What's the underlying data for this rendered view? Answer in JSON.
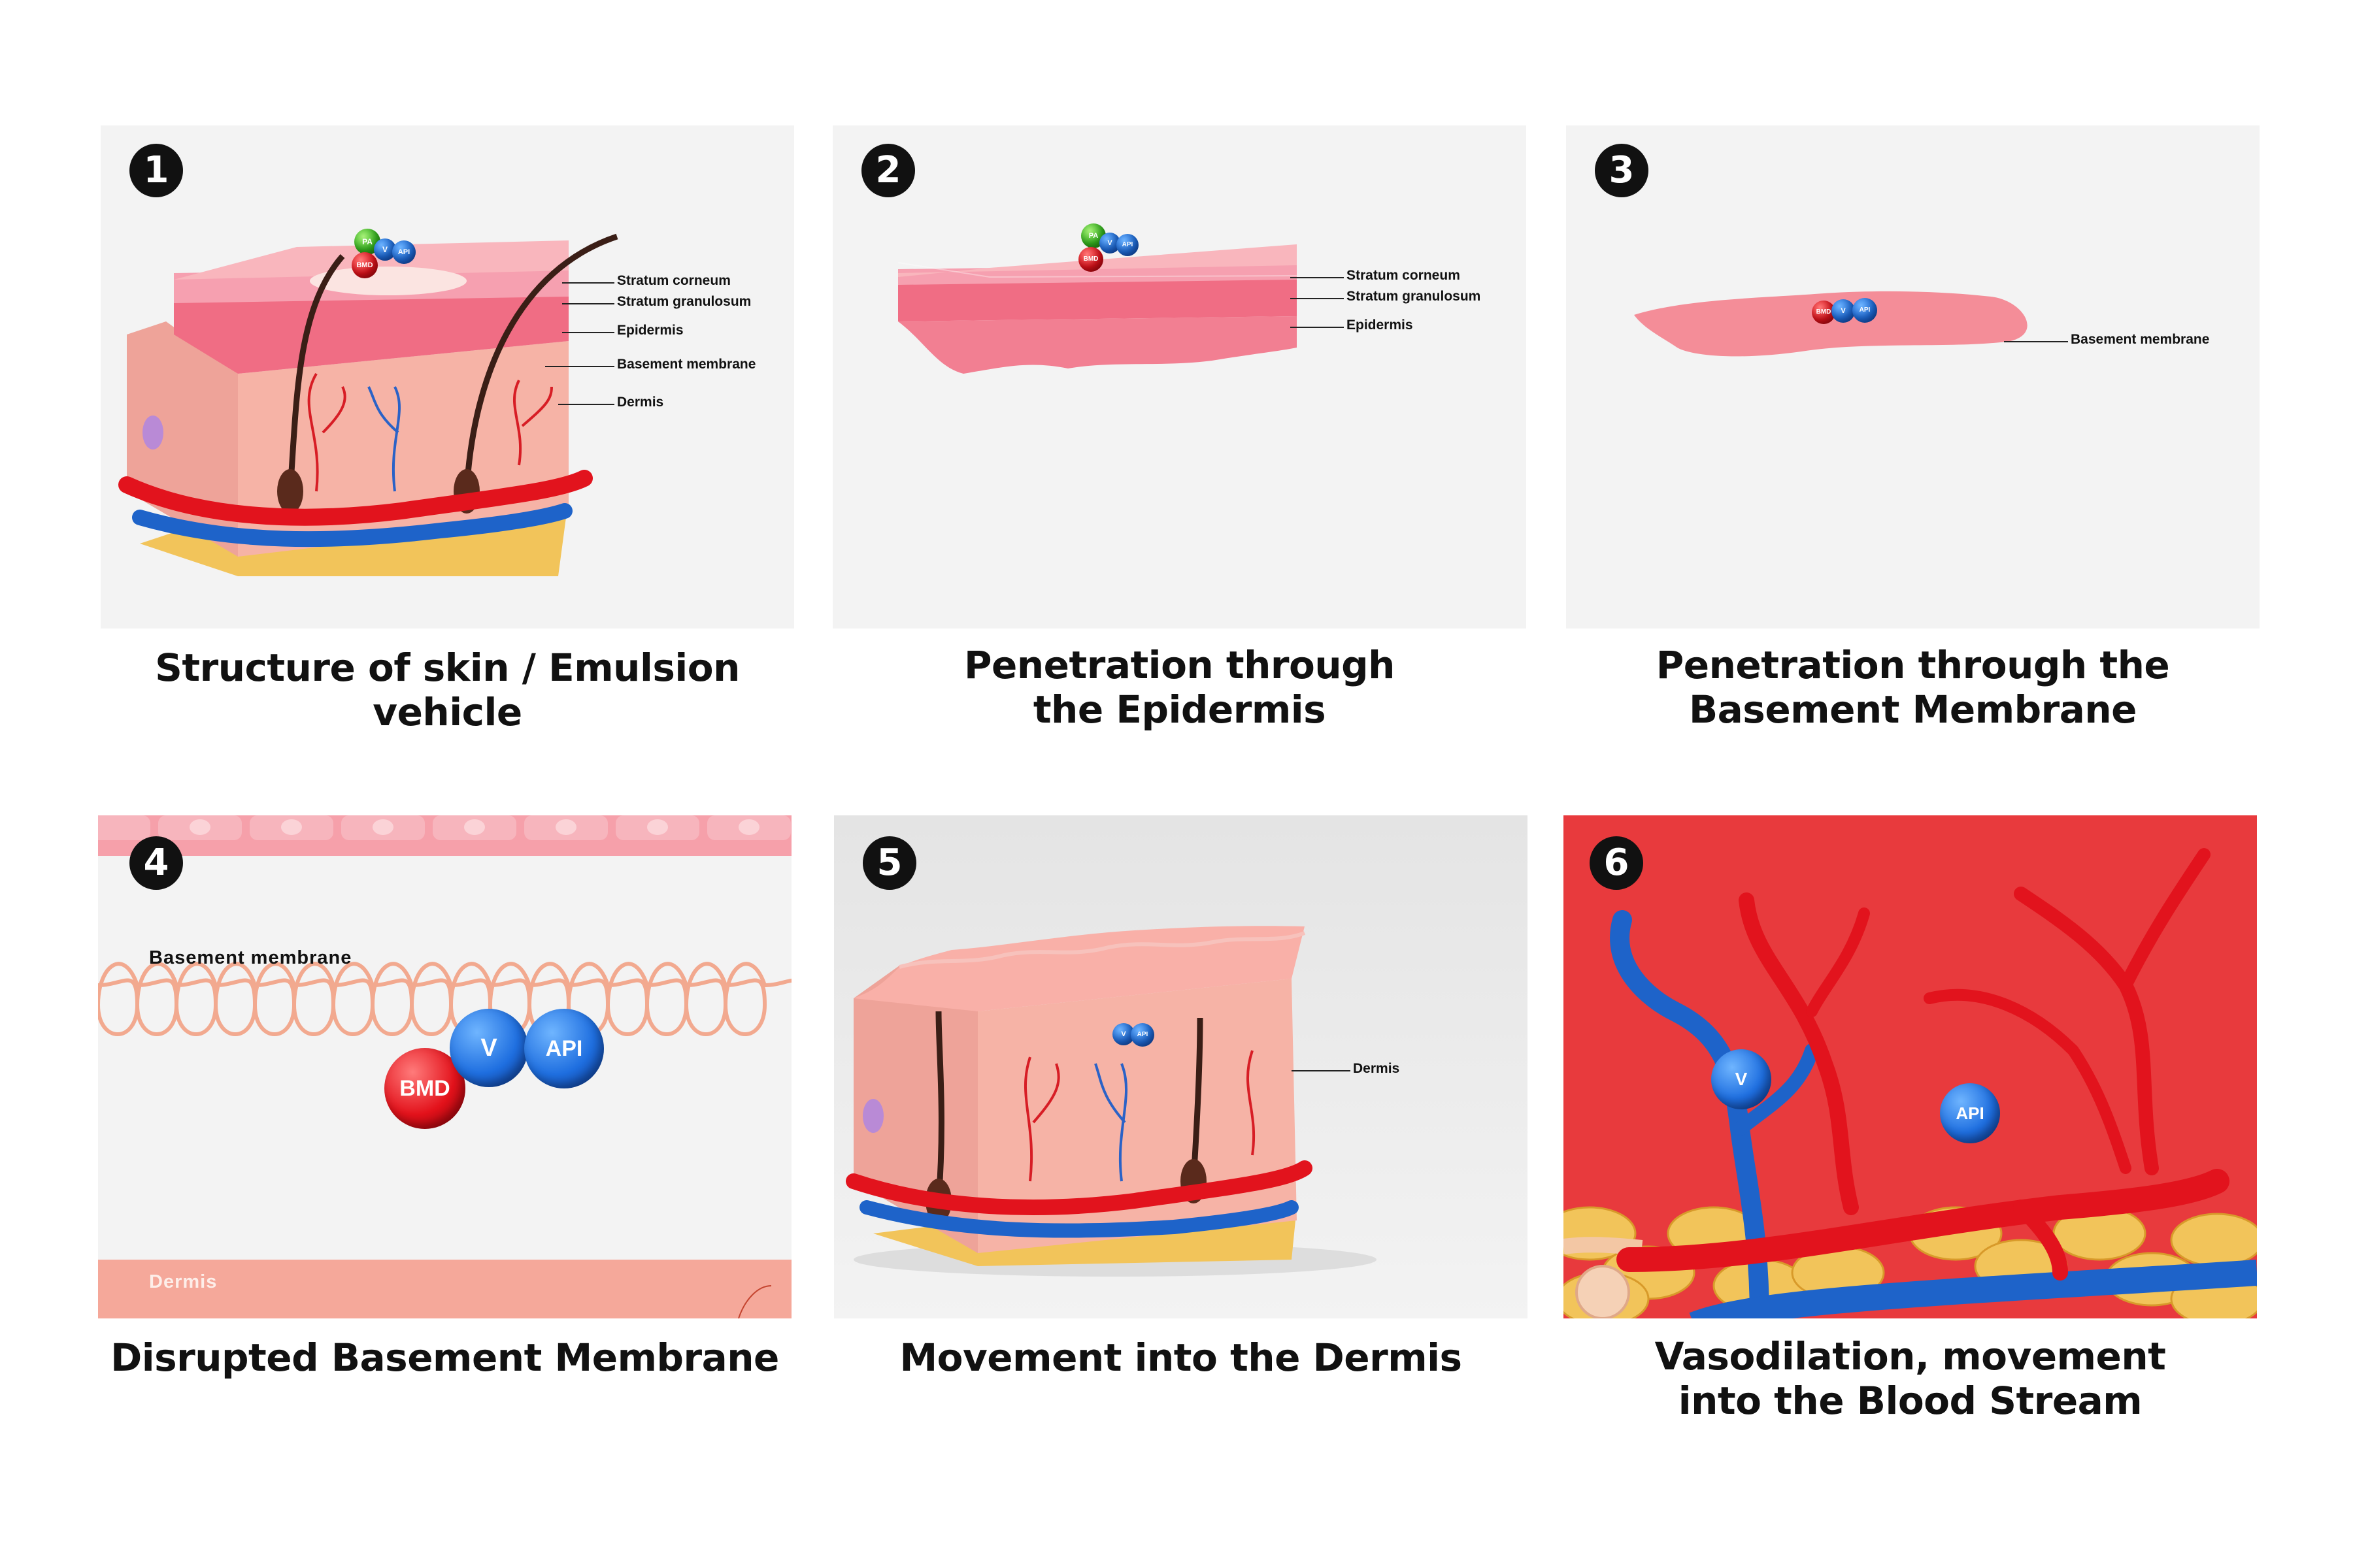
{
  "panels": [
    {
      "number": "1",
      "caption": "Structure of skin / Emulsion vehicle",
      "labels": [
        "Stratum corneum",
        "Stratum granulosum",
        "Epidermis",
        "Basement membrane",
        "Dermis"
      ],
      "molecules": [
        "PA",
        "V",
        "API",
        "BMD"
      ]
    },
    {
      "number": "2",
      "caption_line1": "Penetration through",
      "caption_line2": "the Epidermis",
      "labels": [
        "Stratum corneum",
        "Stratum granulosum",
        "Epidermis"
      ],
      "molecules": [
        "PA",
        "V",
        "API",
        "BMD"
      ]
    },
    {
      "number": "3",
      "caption_line1": "Penetration through the",
      "caption_line2": "Basement Membrane",
      "labels": [
        "Basement membrane"
      ],
      "molecules": [
        "BMD",
        "V",
        "API"
      ]
    },
    {
      "number": "4",
      "caption": "Disrupted Basement Membrane",
      "labels": [
        "Basement membrane",
        "Dermis"
      ],
      "molecules": [
        "BMD",
        "V",
        "API"
      ]
    },
    {
      "number": "5",
      "caption": "Movement into the Dermis",
      "labels": [
        "Dermis"
      ],
      "molecules": [
        "V",
        "API"
      ]
    },
    {
      "number": "6",
      "caption_line1": "Vasodilation, movement",
      "caption_line2": "into the Blood Stream",
      "molecules": [
        "V",
        "API"
      ]
    }
  ],
  "colors": {
    "skin_top": "#f7a6ae",
    "epidermis": "#f06d84",
    "dermis": "#f6b3a6",
    "artery": "#e2131d",
    "vein": "#1e63c9",
    "fat": "#f2c45a",
    "panel_bg": "#f3f3f3",
    "panel6_bg": "#e83a3d",
    "membrane_coil": "#f2a98f"
  }
}
